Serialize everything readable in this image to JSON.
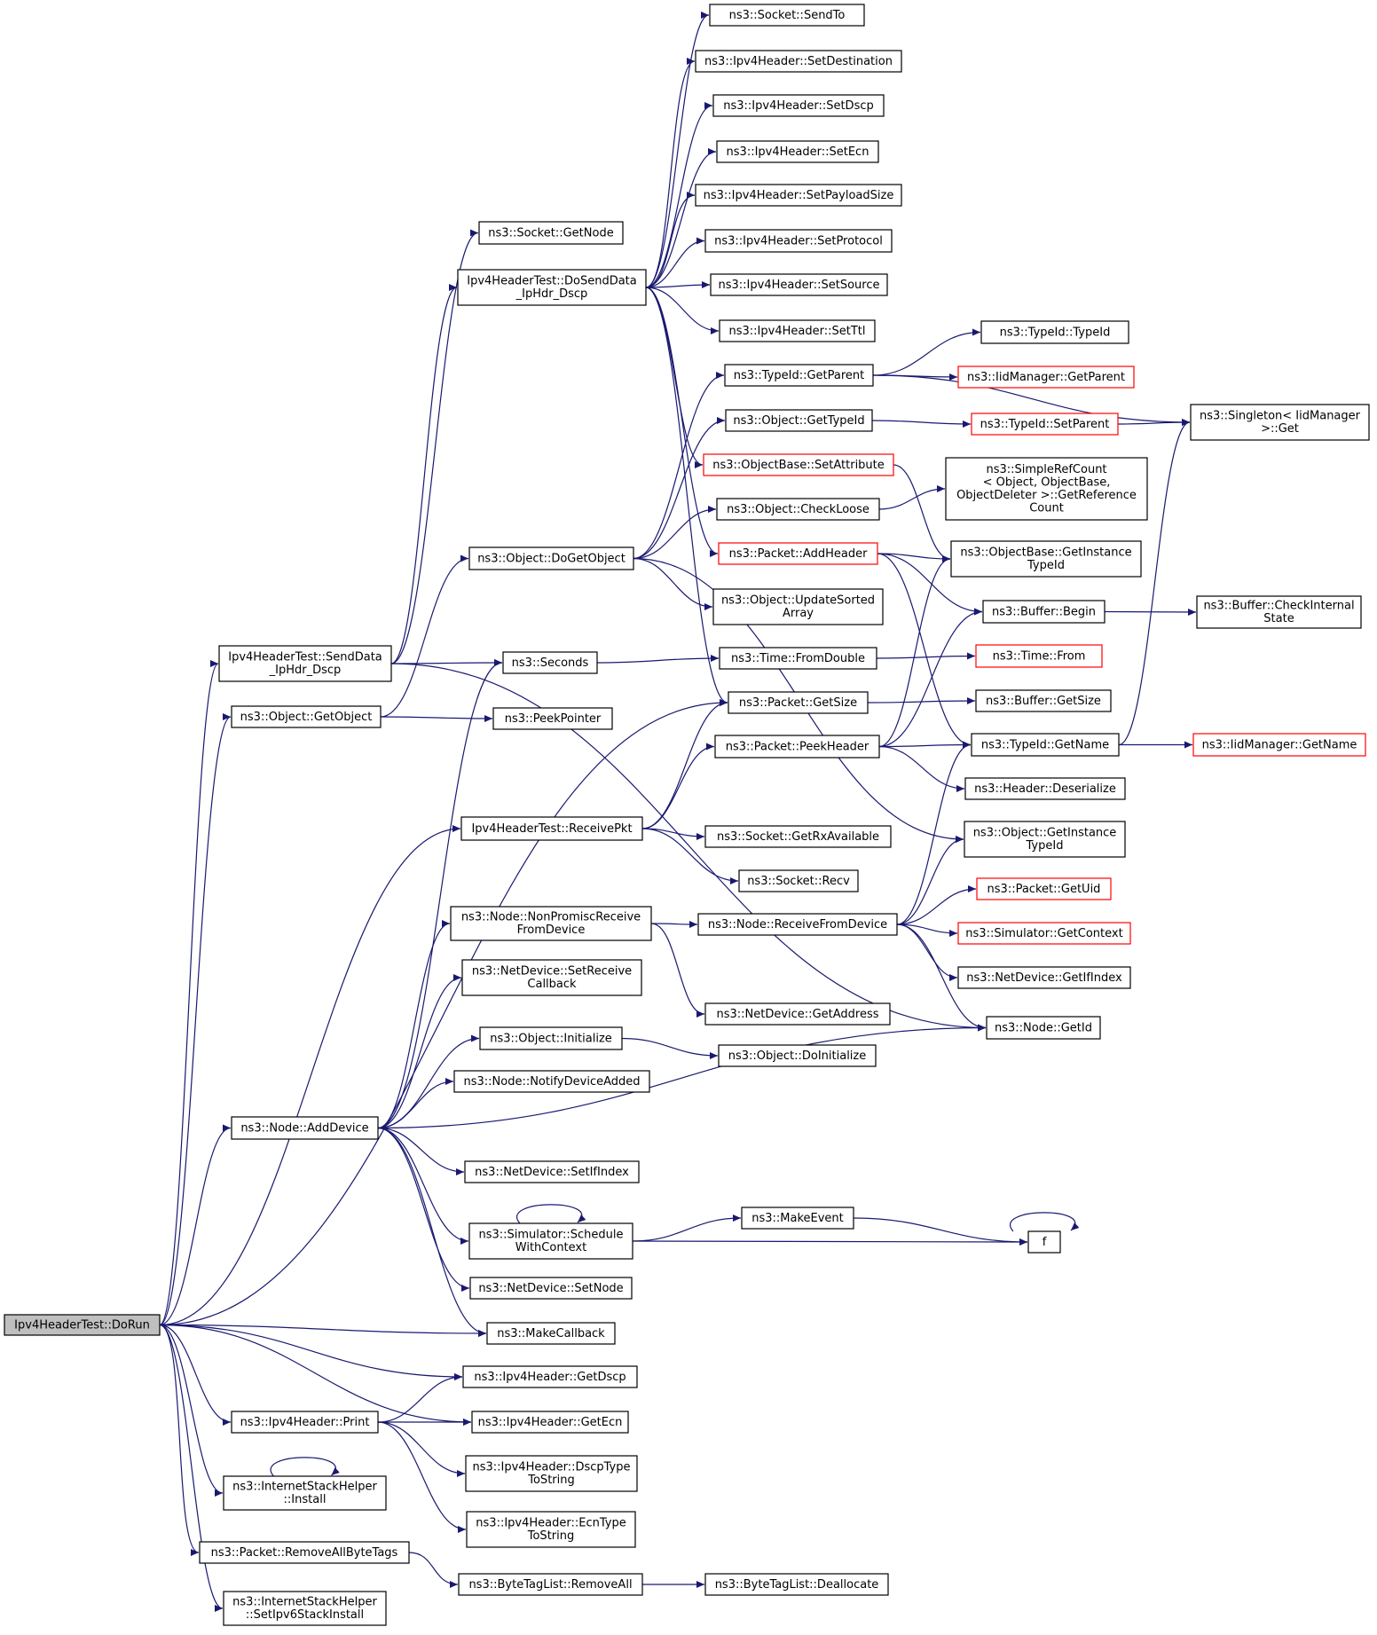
{
  "nodes": [
    {
      "id": "dorun",
      "lines": [
        "Ipv4HeaderTest::DoRun"
      ],
      "root": true
    },
    {
      "id": "senddata",
      "lines": [
        "Ipv4HeaderTest::SendData",
        "_IpHdr_Dscp"
      ]
    },
    {
      "id": "dosenddata",
      "lines": [
        "Ipv4HeaderTest::DoSendData",
        "_IpHdr_Dscp"
      ]
    },
    {
      "id": "sock_getnode",
      "lines": [
        "ns3::Socket::GetNode"
      ]
    },
    {
      "id": "sendto",
      "lines": [
        "ns3::Socket::SendTo"
      ]
    },
    {
      "id": "setdest",
      "lines": [
        "ns3::Ipv4Header::SetDestination"
      ]
    },
    {
      "id": "setdscp",
      "lines": [
        "ns3::Ipv4Header::SetDscp"
      ]
    },
    {
      "id": "setecn",
      "lines": [
        "ns3::Ipv4Header::SetEcn"
      ]
    },
    {
      "id": "setpayload",
      "lines": [
        "ns3::Ipv4Header::SetPayloadSize"
      ]
    },
    {
      "id": "setproto",
      "lines": [
        "ns3::Ipv4Header::SetProtocol"
      ]
    },
    {
      "id": "setsource",
      "lines": [
        "ns3::Ipv4Header::SetSource"
      ]
    },
    {
      "id": "setttl",
      "lines": [
        "ns3::Ipv4Header::SetTtl"
      ]
    },
    {
      "id": "typeid_typeid",
      "lines": [
        "ns3::TypeId::TypeId"
      ]
    },
    {
      "id": "typeid_getparent",
      "lines": [
        "ns3::TypeId::GetParent"
      ]
    },
    {
      "id": "iid_getparent",
      "lines": [
        "ns3::IidManager::GetParent"
      ],
      "red": true
    },
    {
      "id": "obj_gettypeid",
      "lines": [
        "ns3::Object::GetTypeId"
      ]
    },
    {
      "id": "typeid_setparent",
      "lines": [
        "ns3::TypeId::SetParent"
      ],
      "red": true
    },
    {
      "id": "singleton_get",
      "lines": [
        "ns3::Singleton< IidManager",
        ">::Get"
      ]
    },
    {
      "id": "setattribute",
      "lines": [
        "ns3::ObjectBase::SetAttribute"
      ],
      "red": true
    },
    {
      "id": "simplerefcount",
      "lines": [
        "ns3::SimpleRefCount",
        "< Object, ObjectBase,",
        "ObjectDeleter >::GetReference",
        "Count"
      ]
    },
    {
      "id": "checkloose",
      "lines": [
        "ns3::Object::CheckLoose"
      ]
    },
    {
      "id": "addheader",
      "lines": [
        "ns3::Packet::AddHeader"
      ],
      "red": true
    },
    {
      "id": "objbase_getinstance",
      "lines": [
        "ns3::ObjectBase::GetInstance",
        "TypeId"
      ]
    },
    {
      "id": "dogetobject",
      "lines": [
        "ns3::Object::DoGetObject"
      ]
    },
    {
      "id": "updatesorted",
      "lines": [
        "ns3::Object::UpdateSorted",
        "Array"
      ]
    },
    {
      "id": "buffer_begin",
      "lines": [
        "ns3::Buffer::Begin"
      ]
    },
    {
      "id": "buffer_checkinternal",
      "lines": [
        "ns3::Buffer::CheckInternal",
        "State"
      ]
    },
    {
      "id": "seconds",
      "lines": [
        "ns3::Seconds"
      ]
    },
    {
      "id": "fromdouble",
      "lines": [
        "ns3::Time::FromDouble"
      ]
    },
    {
      "id": "time_from",
      "lines": [
        "ns3::Time::From"
      ],
      "red": true
    },
    {
      "id": "obj_getobject",
      "lines": [
        "ns3::Object::GetObject"
      ]
    },
    {
      "id": "peekpointer",
      "lines": [
        "ns3::PeekPointer"
      ]
    },
    {
      "id": "packet_getsize",
      "lines": [
        "ns3::Packet::GetSize"
      ]
    },
    {
      "id": "buffer_getsize",
      "lines": [
        "ns3::Buffer::GetSize"
      ]
    },
    {
      "id": "peekheader",
      "lines": [
        "ns3::Packet::PeekHeader"
      ]
    },
    {
      "id": "typeid_getname",
      "lines": [
        "ns3::TypeId::GetName"
      ]
    },
    {
      "id": "iid_getname",
      "lines": [
        "ns3::IidManager::GetName"
      ],
      "red": true
    },
    {
      "id": "header_deserialize",
      "lines": [
        "ns3::Header::Deserialize"
      ]
    },
    {
      "id": "receivepkt",
      "lines": [
        "Ipv4HeaderTest::ReceivePkt"
      ]
    },
    {
      "id": "getrxavailable",
      "lines": [
        "ns3::Socket::GetRxAvailable"
      ]
    },
    {
      "id": "obj_getinstance",
      "lines": [
        "ns3::Object::GetInstance",
        "TypeId"
      ]
    },
    {
      "id": "sock_recv",
      "lines": [
        "ns3::Socket::Recv"
      ]
    },
    {
      "id": "packet_getuid",
      "lines": [
        "ns3::Packet::GetUid"
      ],
      "red": true
    },
    {
      "id": "nonpromisc",
      "lines": [
        "ns3::Node::NonPromiscReceive",
        "FromDevice"
      ]
    },
    {
      "id": "receivefromdevice",
      "lines": [
        "ns3::Node::ReceiveFromDevice"
      ]
    },
    {
      "id": "getcontext",
      "lines": [
        "ns3::Simulator::GetContext"
      ],
      "red": true
    },
    {
      "id": "setreceivecb",
      "lines": [
        "ns3::NetDevice::SetReceive",
        "Callback"
      ]
    },
    {
      "id": "getifindex",
      "lines": [
        "ns3::NetDevice::GetIfIndex"
      ]
    },
    {
      "id": "getaddress",
      "lines": [
        "ns3::NetDevice::GetAddress"
      ]
    },
    {
      "id": "node_getid",
      "lines": [
        "ns3::Node::GetId"
      ]
    },
    {
      "id": "obj_initialize",
      "lines": [
        "ns3::Object::Initialize"
      ]
    },
    {
      "id": "doinitialize",
      "lines": [
        "ns3::Object::DoInitialize"
      ]
    },
    {
      "id": "notifydevice",
      "lines": [
        "ns3::Node::NotifyDeviceAdded"
      ]
    },
    {
      "id": "adddevice",
      "lines": [
        "ns3::Node::AddDevice"
      ]
    },
    {
      "id": "setifindex",
      "lines": [
        "ns3::NetDevice::SetIfIndex"
      ]
    },
    {
      "id": "makeevent",
      "lines": [
        "ns3::MakeEvent"
      ]
    },
    {
      "id": "schedwithctx",
      "lines": [
        "ns3::Simulator::Schedule",
        "WithContext"
      ]
    },
    {
      "id": "f",
      "lines": [
        "f"
      ]
    },
    {
      "id": "setnode",
      "lines": [
        "ns3::NetDevice::SetNode"
      ]
    },
    {
      "id": "makecallback",
      "lines": [
        "ns3::MakeCallback"
      ]
    },
    {
      "id": "getdscp",
      "lines": [
        "ns3::Ipv4Header::GetDscp"
      ]
    },
    {
      "id": "print",
      "lines": [
        "ns3::Ipv4Header::Print"
      ]
    },
    {
      "id": "getecn",
      "lines": [
        "ns3::Ipv4Header::GetEcn"
      ]
    },
    {
      "id": "dscptostring",
      "lines": [
        "ns3::Ipv4Header::DscpType",
        "ToString"
      ]
    },
    {
      "id": "ish_install",
      "lines": [
        "ns3::InternetStackHelper",
        "::Install"
      ]
    },
    {
      "id": "ecntostring",
      "lines": [
        "ns3::Ipv4Header::EcnType",
        "ToString"
      ]
    },
    {
      "id": "removeallbytetags",
      "lines": [
        "ns3::Packet::RemoveAllByteTags"
      ]
    },
    {
      "id": "btl_removeall",
      "lines": [
        "ns3::ByteTagList::RemoveAll"
      ]
    },
    {
      "id": "btl_dealloc",
      "lines": [
        "ns3::ByteTagList::Deallocate"
      ]
    },
    {
      "id": "setipv6",
      "lines": [
        "ns3::InternetStackHelper",
        "::SetIpv6StackInstall"
      ]
    }
  ],
  "edges": [
    [
      "dorun",
      "senddata"
    ],
    [
      "dorun",
      "obj_getobject"
    ],
    [
      "dorun",
      "packet_getsize"
    ],
    [
      "dorun",
      "receivepkt"
    ],
    [
      "dorun",
      "adddevice"
    ],
    [
      "dorun",
      "makecallback"
    ],
    [
      "dorun",
      "getdscp"
    ],
    [
      "dorun",
      "getecn"
    ],
    [
      "dorun",
      "print"
    ],
    [
      "dorun",
      "ish_install"
    ],
    [
      "dorun",
      "removeallbytetags"
    ],
    [
      "dorun",
      "setipv6"
    ],
    [
      "senddata",
      "sock_getnode"
    ],
    [
      "senddata",
      "dosenddata"
    ],
    [
      "senddata",
      "seconds"
    ],
    [
      "senddata",
      "node_getid"
    ],
    [
      "dosenddata",
      "sendto"
    ],
    [
      "dosenddata",
      "setdest"
    ],
    [
      "dosenddata",
      "setdscp"
    ],
    [
      "dosenddata",
      "setecn"
    ],
    [
      "dosenddata",
      "setpayload"
    ],
    [
      "dosenddata",
      "setproto"
    ],
    [
      "dosenddata",
      "setsource"
    ],
    [
      "dosenddata",
      "setttl"
    ],
    [
      "dosenddata",
      "setattribute"
    ],
    [
      "dosenddata",
      "addheader"
    ],
    [
      "dosenddata",
      "packet_getsize"
    ],
    [
      "typeid_getparent",
      "typeid_typeid"
    ],
    [
      "typeid_getparent",
      "iid_getparent"
    ],
    [
      "typeid_getparent",
      "singleton_get"
    ],
    [
      "obj_gettypeid",
      "typeid_setparent"
    ],
    [
      "typeid_setparent",
      "singleton_get"
    ],
    [
      "setattribute",
      "objbase_getinstance"
    ],
    [
      "checkloose",
      "simplerefcount"
    ],
    [
      "addheader",
      "objbase_getinstance"
    ],
    [
      "addheader",
      "buffer_begin"
    ],
    [
      "addheader",
      "typeid_getname"
    ],
    [
      "dogetobject",
      "typeid_getparent"
    ],
    [
      "dogetobject",
      "obj_gettypeid"
    ],
    [
      "dogetobject",
      "checkloose"
    ],
    [
      "dogetobject",
      "updatesorted"
    ],
    [
      "dogetobject",
      "obj_getinstance"
    ],
    [
      "buffer_begin",
      "buffer_checkinternal"
    ],
    [
      "seconds",
      "fromdouble"
    ],
    [
      "fromdouble",
      "time_from"
    ],
    [
      "obj_getobject",
      "dogetobject"
    ],
    [
      "obj_getobject",
      "peekpointer"
    ],
    [
      "packet_getsize",
      "buffer_getsize"
    ],
    [
      "peekheader",
      "objbase_getinstance"
    ],
    [
      "peekheader",
      "buffer_begin"
    ],
    [
      "peekheader",
      "typeid_getname"
    ],
    [
      "peekheader",
      "header_deserialize"
    ],
    [
      "typeid_getname",
      "iid_getname"
    ],
    [
      "typeid_getname",
      "singleton_get"
    ],
    [
      "receivepkt",
      "getrxavailable"
    ],
    [
      "receivepkt",
      "sock_recv"
    ],
    [
      "receivepkt",
      "peekheader"
    ],
    [
      "receivepkt",
      "packet_getsize"
    ],
    [
      "nonpromisc",
      "receivefromdevice"
    ],
    [
      "nonpromisc",
      "getaddress"
    ],
    [
      "receivefromdevice",
      "obj_getinstance"
    ],
    [
      "receivefromdevice",
      "typeid_getname"
    ],
    [
      "receivefromdevice",
      "packet_getuid"
    ],
    [
      "receivefromdevice",
      "getcontext"
    ],
    [
      "receivefromdevice",
      "getifindex"
    ],
    [
      "receivefromdevice",
      "node_getid"
    ],
    [
      "obj_initialize",
      "doinitialize"
    ],
    [
      "adddevice",
      "seconds"
    ],
    [
      "adddevice",
      "nonpromisc"
    ],
    [
      "adddevice",
      "setreceivecb"
    ],
    [
      "adddevice",
      "obj_initialize"
    ],
    [
      "adddevice",
      "notifydevice"
    ],
    [
      "adddevice",
      "node_getid"
    ],
    [
      "adddevice",
      "setifindex"
    ],
    [
      "adddevice",
      "schedwithctx"
    ],
    [
      "adddevice",
      "setnode"
    ],
    [
      "adddevice",
      "makecallback"
    ],
    [
      "schedwithctx",
      "makeevent"
    ],
    [
      "schedwithctx",
      "f"
    ],
    [
      "schedwithctx",
      "schedwithctx"
    ],
    [
      "makeevent",
      "f"
    ],
    [
      "f",
      "f"
    ],
    [
      "print",
      "getdscp"
    ],
    [
      "print",
      "getecn"
    ],
    [
      "print",
      "dscptostring"
    ],
    [
      "print",
      "ecntostring"
    ],
    [
      "ish_install",
      "ish_install"
    ],
    [
      "removeallbytetags",
      "btl_removeall"
    ],
    [
      "btl_removeall",
      "btl_dealloc"
    ]
  ]
}
